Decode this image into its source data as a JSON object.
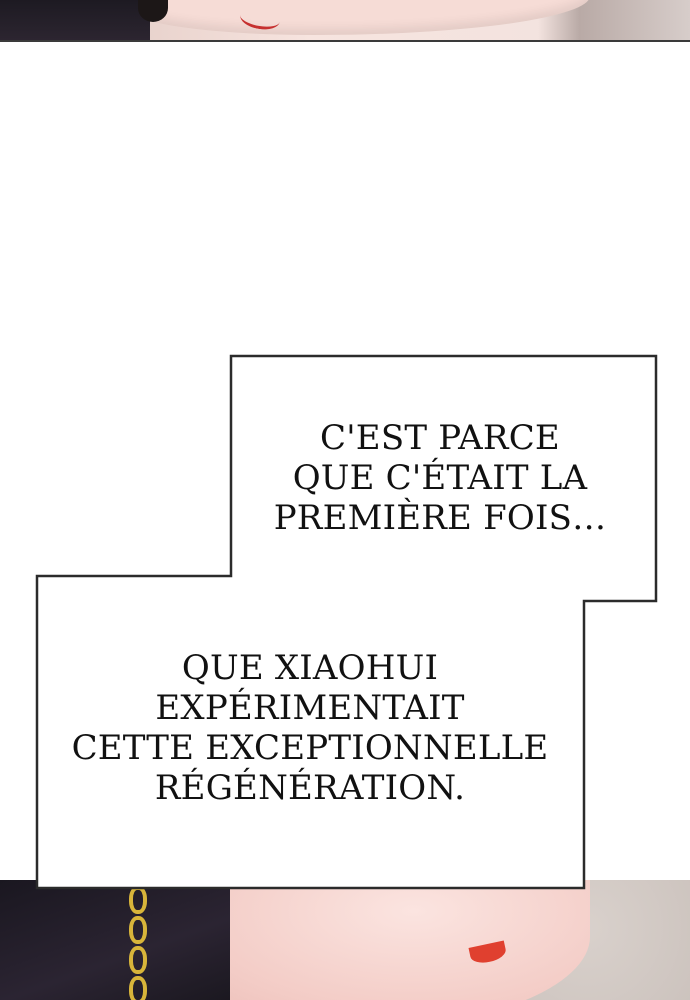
{
  "captions": {
    "first": {
      "lines": [
        "C'EST PARCE",
        "QUE C'ÉTAIT LA",
        "PREMIÈRE FOIS…"
      ]
    },
    "second": {
      "lines": [
        "QUE XIAOHUI",
        "EXPÉRIMENTAIT",
        "CETTE EXCEPTIONNELLE",
        "RÉGÉNÉRATION."
      ]
    }
  },
  "colors": {
    "background": "#ffffff",
    "border": "#2b2b2b",
    "text": "#111111"
  }
}
